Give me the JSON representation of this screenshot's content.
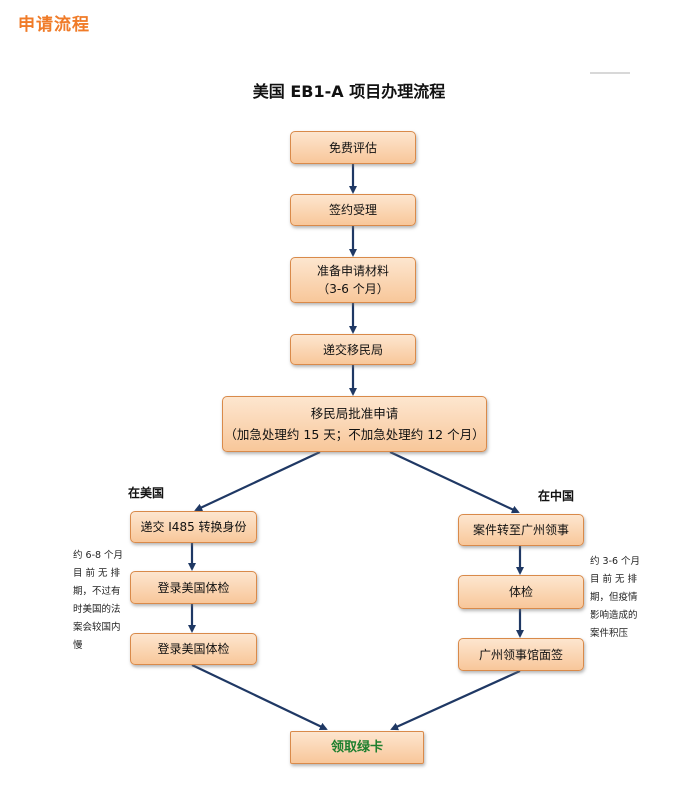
{
  "header": {
    "section_title": "申请流程"
  },
  "diagram": {
    "title": "美国 EB1-A 项目办理流程",
    "steps": {
      "evaluation": "免费评估",
      "sign_contract": "签约受理",
      "prepare_materials": "准备申请材料",
      "prepare_duration": "（3-6 个月）",
      "submit_uscis": "递交移民局",
      "uscis_approval": "移民局批准申请",
      "uscis_approval_note": "（加急处理约 15 天；不加急处理约 12 个月）",
      "us_submit_i485": "递交 I485 转换身份",
      "us_medical_1": "登录美国体检",
      "us_medical_2": "登录美国体检",
      "cn_transfer": "案件转至广州领事",
      "cn_medical": "体检",
      "cn_interview": "广州领事馆面签",
      "green_card": "领取绿卡"
    },
    "branches": {
      "in_us": "在美国",
      "in_china": "在中国"
    },
    "notes": {
      "us": [
        "约 6-8 个月",
        "目 前 无 排",
        "期，不过有",
        "时美国的法",
        "案会较国内",
        "慢"
      ],
      "cn": [
        "约 3-6 个月",
        "目 前 无 排",
        "期，但疫情",
        "影响造成的",
        "案件积压"
      ]
    }
  }
}
